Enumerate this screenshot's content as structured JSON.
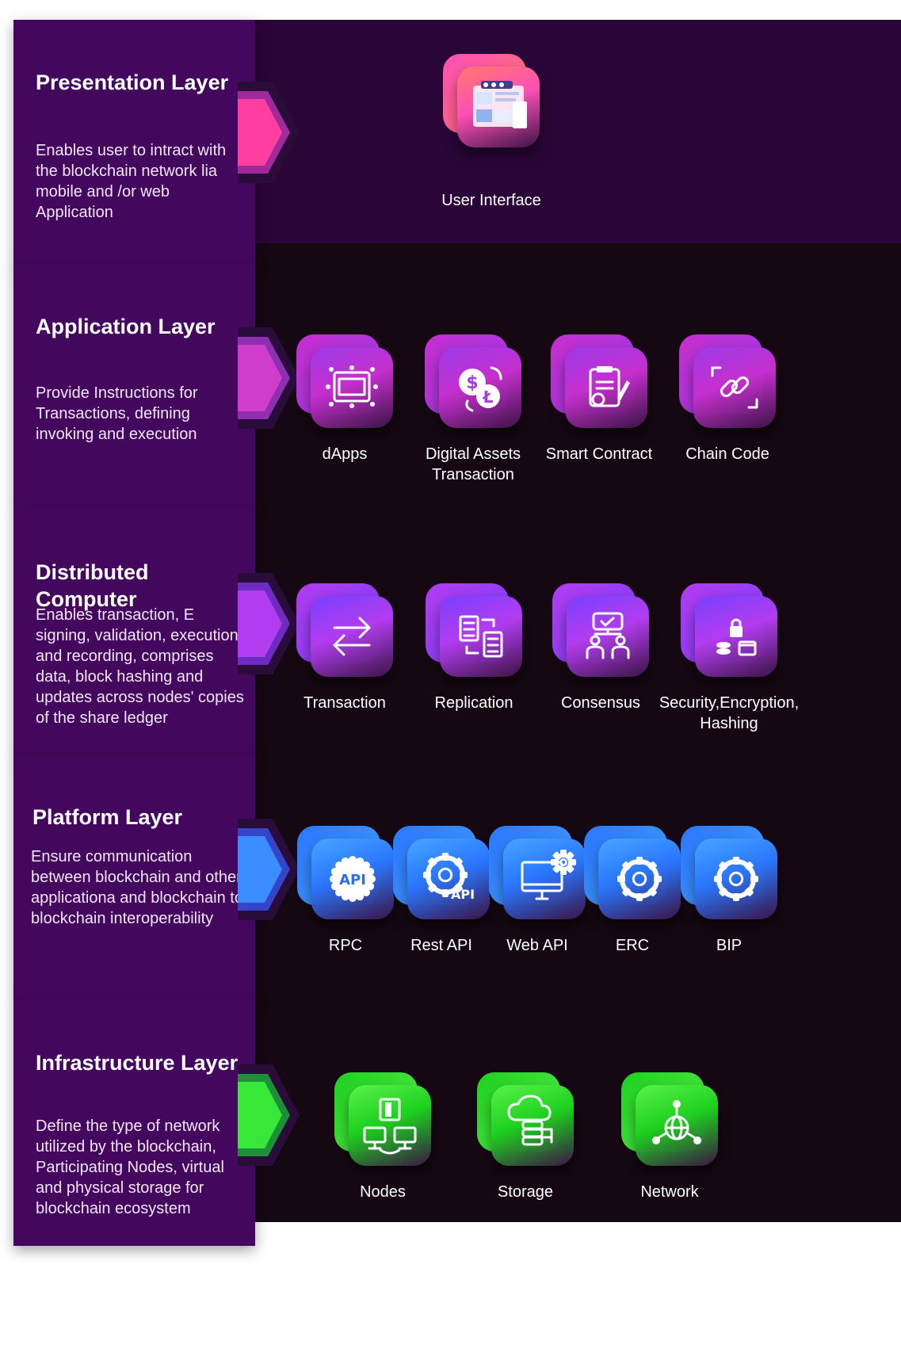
{
  "layers": [
    {
      "title": "Presentation Layer",
      "description": "Enables user to intract with the blockchain network lia mobile and /or web Application",
      "items": [
        {
          "label": "User Interface",
          "icon": "user-interface-icon"
        }
      ]
    },
    {
      "title": "Application Layer",
      "description": "Provide Instructions for Transactions, defining invoking and execution",
      "items": [
        {
          "label": "dApps",
          "icon": "dapps-icon"
        },
        {
          "label": "Digital Assets Transaction",
          "icon": "digital-assets-icon"
        },
        {
          "label": "Smart Contract",
          "icon": "smart-contract-icon"
        },
        {
          "label": "Chain Code",
          "icon": "chain-code-icon"
        }
      ]
    },
    {
      "title": "Distributed Computer",
      "description": "Enables transaction, E signing, validation, execution and recording, comprises data, block hashing and updates across nodes' copies of the share ledger",
      "items": [
        {
          "label": "Transaction",
          "icon": "transaction-arrows-icon"
        },
        {
          "label": "Replication",
          "icon": "replication-icon"
        },
        {
          "label": "Consensus",
          "icon": "consensus-icon"
        },
        {
          "label": "Security,Encryption, Hashing",
          "icon": "security-lock-icon"
        }
      ]
    },
    {
      "title": "Platform Layer",
      "description": "Ensure communication between blockchain and other applicationa and blockchain to blockchain interoperability",
      "items": [
        {
          "label": "RPC",
          "icon": "api-badge-icon"
        },
        {
          "label": "Rest API",
          "icon": "api-gear-icon"
        },
        {
          "label": "Web API",
          "icon": "monitor-gear-icon"
        },
        {
          "label": "ERC",
          "icon": "gear-icon"
        },
        {
          "label": "BIP",
          "icon": "gear-icon"
        }
      ]
    },
    {
      "title": "Infrastructure Layer",
      "description": "Define the type of network utilized by the blockchain, Participating Nodes, virtual and physical storage for blockchain ecosystem",
      "items": [
        {
          "label": "Nodes",
          "icon": "nodes-computers-icon"
        },
        {
          "label": "Storage",
          "icon": "cloud-storage-icon"
        },
        {
          "label": "Network",
          "icon": "network-globe-icon"
        }
      ]
    }
  ],
  "colors": {
    "panel": "#44075e",
    "band_top": "#2a0638",
    "band_dark": "#150812",
    "presentation": [
      "#ff4fb6",
      "#ff7a6a"
    ],
    "application": [
      "#c62fcf",
      "#9b3be8"
    ],
    "distributed": [
      "#b23cf0",
      "#7a40ff"
    ],
    "platform": [
      "#2a76ff",
      "#46a6ff"
    ],
    "infrastructure": [
      "#1dd11f",
      "#5af24a"
    ]
  }
}
